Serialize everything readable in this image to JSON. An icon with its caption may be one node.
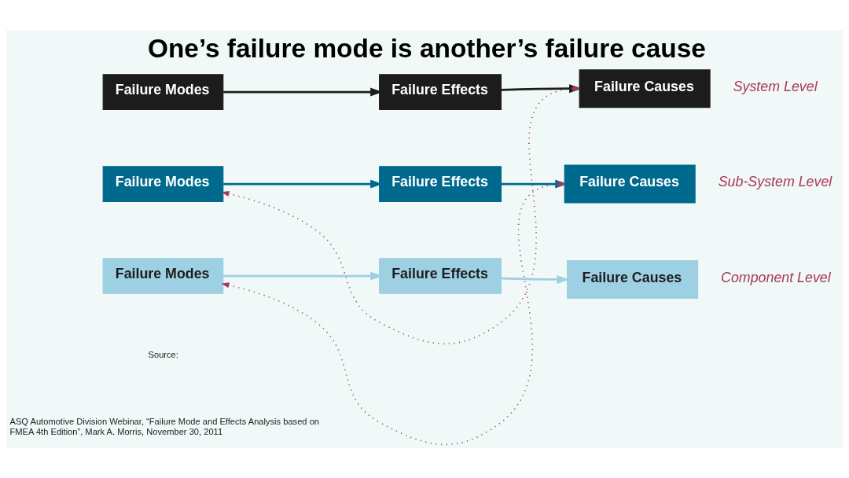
{
  "diagram": {
    "title": "One’s failure mode is another’s failure cause",
    "nodes": [
      {
        "text": [
          "Failure Modes"
        ]
      },
      {
        "text": [
          "Failure Effects"
        ]
      },
      {
        "text": [
          "Failure Causes"
        ],
        "beside": [
          "System Level"
        ]
      },
      {
        "text": [
          "Failure Modes"
        ]
      },
      {
        "text": [
          "Failure Effects"
        ]
      },
      {
        "text": [
          "Failure Causes"
        ],
        "beside": [
          "Sub-System Level"
        ]
      },
      {
        "text": [
          "Failure Modes"
        ]
      },
      {
        "text": [
          "Failure Effects"
        ]
      },
      {
        "text": [
          "Failure Causes"
        ],
        "beside": [
          "Component Level"
        ]
      }
    ],
    "edges": [
      {
        "from": 0,
        "to": 1,
        "arrow": "to",
        "color": "#1c1c1c"
      },
      {
        "from": 1,
        "to": 2,
        "arrow": "to",
        "color": "#1c1c1c"
      },
      {
        "from": 3,
        "to": 2,
        "arrow": "both",
        "style": "dashed",
        "color": "#a8385a"
      },
      {
        "from": 3,
        "to": 4,
        "arrow": "to",
        "color": "#006a8e"
      },
      {
        "from": 4,
        "to": 5,
        "arrow": "to",
        "color": "#006a8e"
      },
      {
        "from": 6,
        "to": 5,
        "arrow": "both",
        "style": "dashed",
        "color": "#a8385a"
      },
      {
        "from": 6,
        "to": 7,
        "arrow": "to",
        "color": "#9dd0e2"
      },
      {
        "from": 7,
        "to": 8,
        "arrow": "to",
        "color": "#9dd0e2"
      }
    ],
    "labels": [
      "Source:",
      "ASQ Automotive Division Webinar, “Failure Mode and Effects Analysis based on FMEA 4th Edition”, Mark A. Morris, November 30, 2011"
    ]
  }
}
